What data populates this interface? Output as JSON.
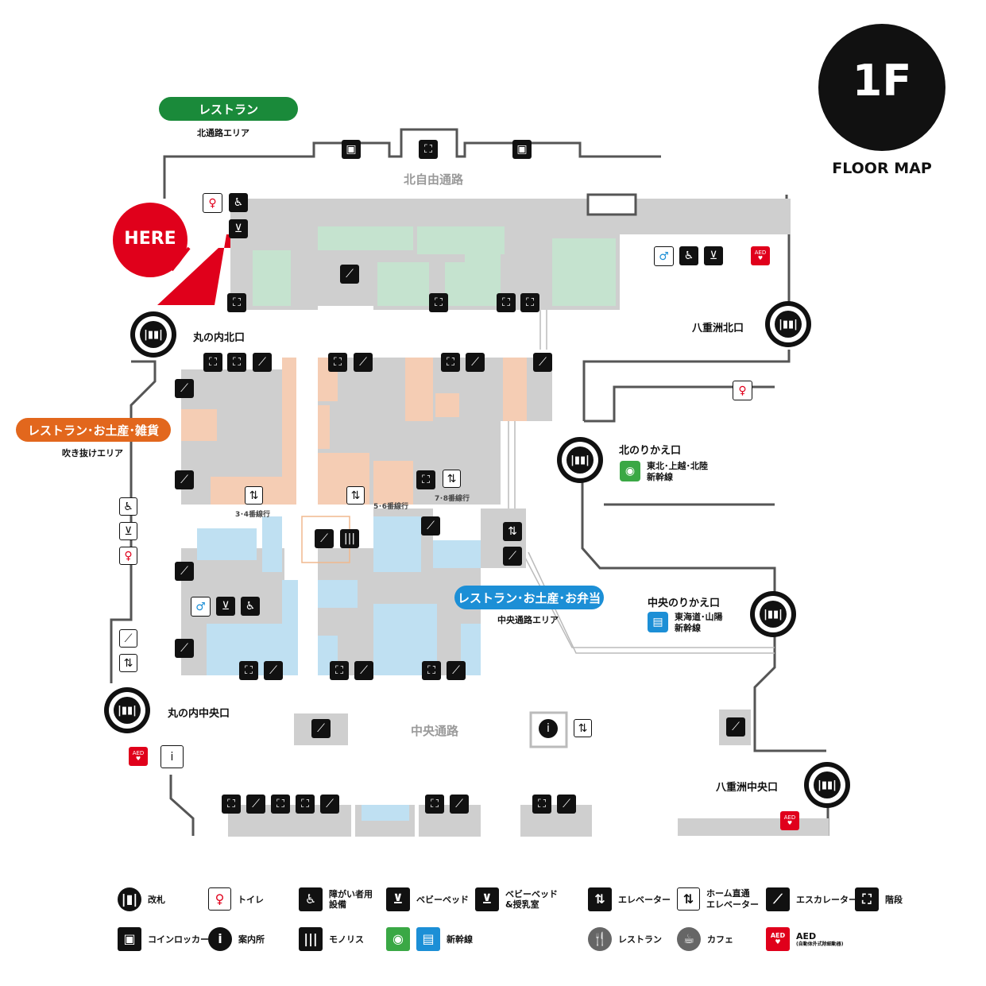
{
  "floor": {
    "number": "1F",
    "title": "FLOOR MAP"
  },
  "here_label": "HERE",
  "colors": {
    "restaurant_green": "#1a8a3a",
    "souvenir_orange": "#e2671d",
    "bento_blue": "#1c8fd6",
    "here_red": "#e0001b",
    "shop_green": "#c5e3cf",
    "shop_orange": "#f5cdb4",
    "shop_blue": "#bfe0f2",
    "facility_gray": "#cfcfcf"
  },
  "zones": {
    "north": {
      "pill": "レストラン",
      "area": "北通路エリア"
    },
    "west": {
      "pill": "レストラン･お土産･雑貨",
      "area": "吹き抜けエリア"
    },
    "center": {
      "pill": "レストラン･お土産･お弁当",
      "area": "中央通路エリア"
    }
  },
  "passages": {
    "north": "北自由通路",
    "central": "中央通路"
  },
  "gates": {
    "marunouchi_north": "丸の内北口",
    "yaesu_north": "八重洲北口",
    "north_transfer": "北のりかえ口",
    "central_transfer": "中央のりかえ口",
    "marunouchi_central": "丸の内中央口",
    "yaesu_central": "八重洲中央口"
  },
  "shinkansen": {
    "north_lines": "東北･上越･北陸",
    "central_lines": "東海道･山陽",
    "suffix": "新幹線"
  },
  "platform_labels": {
    "p34": "3･4番線行",
    "p56": "5･6番線行",
    "p78": "7･8番線行"
  },
  "legend": {
    "gate": "改札",
    "toilet": "トイレ",
    "accessible": "障がい者用設備",
    "accessible_1": "障がい者用",
    "accessible_2": "設備",
    "baby_bed": "ベビーベッド",
    "nursing_1": "ベビーベッド",
    "nursing_2": "&授乳室",
    "elevator": "エレベーター",
    "platform_elev_1": "ホーム直通",
    "platform_elev_2": "エレベーター",
    "escalator": "エスカレーター",
    "stairs": "階段",
    "locker": "コインロッカー",
    "info": "案内所",
    "monolith": "モノリス",
    "shinkansen": "新幹線",
    "restaurant": "レストラン",
    "cafe": "カフェ",
    "aed": "AED",
    "aed_note": "(自動体外式除細動器)"
  },
  "icons": {
    "stairs": "stairs-icon",
    "escalator": "escalator-icon",
    "elevator": "elevator-icon",
    "toilet": "toilet-icon",
    "accessible": "wheelchair-icon",
    "baby": "baby-bed-icon",
    "locker": "coin-locker-icon",
    "info": "info-icon",
    "aed": "aed-icon",
    "gate": "ticket-gate-icon",
    "aed_text": "AED",
    "gate_text": "|▮▮|",
    "info_text": "i"
  }
}
